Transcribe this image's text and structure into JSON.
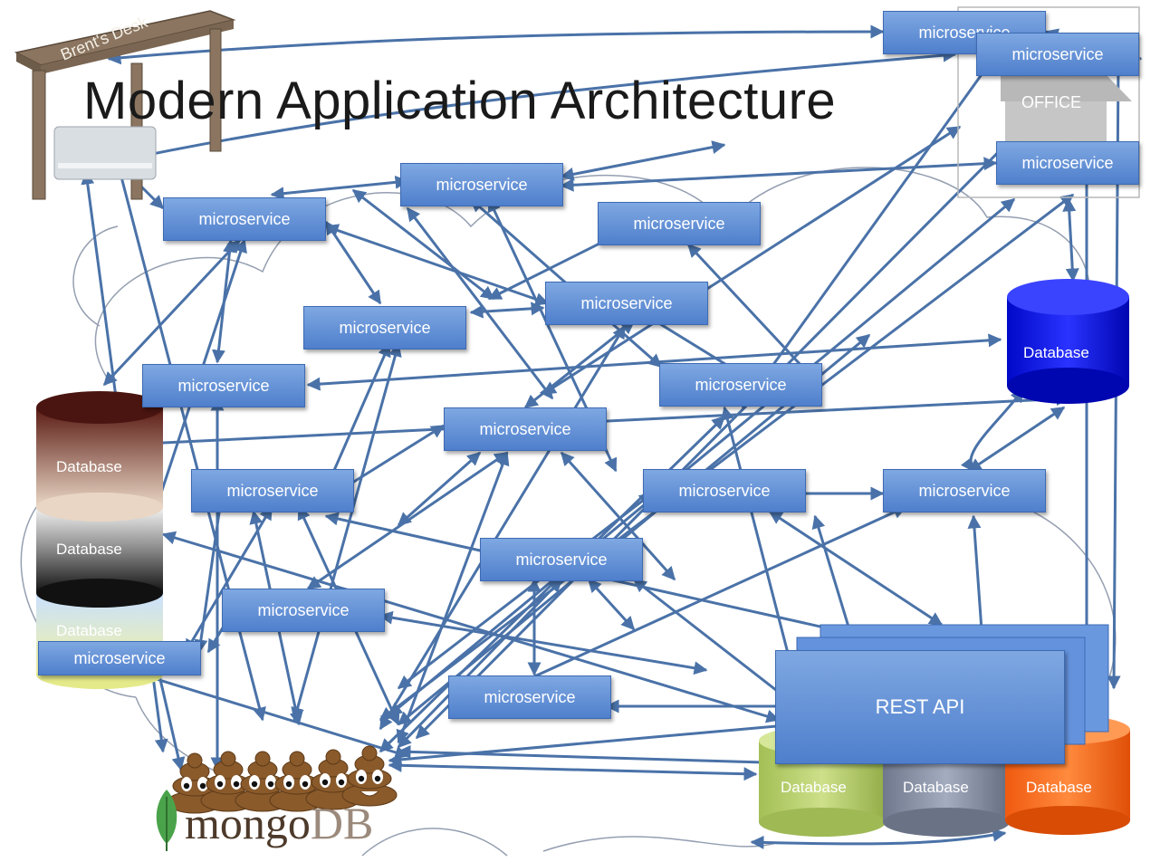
{
  "title": "Modern Application Architecture",
  "desk_label": "Brent's Desk",
  "office_label": "OFFICE",
  "microservice_label": "microservice",
  "rest_api_label": "REST API",
  "mongodb": {
    "part1": "mongo",
    "part2": "DB"
  },
  "databases": {
    "blue": "Database",
    "stack_top": "Database",
    "stack_middle": "Database",
    "stack_bottom": "Database",
    "green": "Database",
    "gray": "Database",
    "orange": "Database"
  },
  "colors": {
    "microservice_fill": "#5b8bd6",
    "arrow": "#4a72a8",
    "db_blue": "#0a10e8",
    "db_green": "#b5cf6a",
    "db_gray": "#8791a6",
    "db_orange": "#ff6a1a",
    "poop": "#8a5a2b",
    "desk": "#8b7560"
  }
}
